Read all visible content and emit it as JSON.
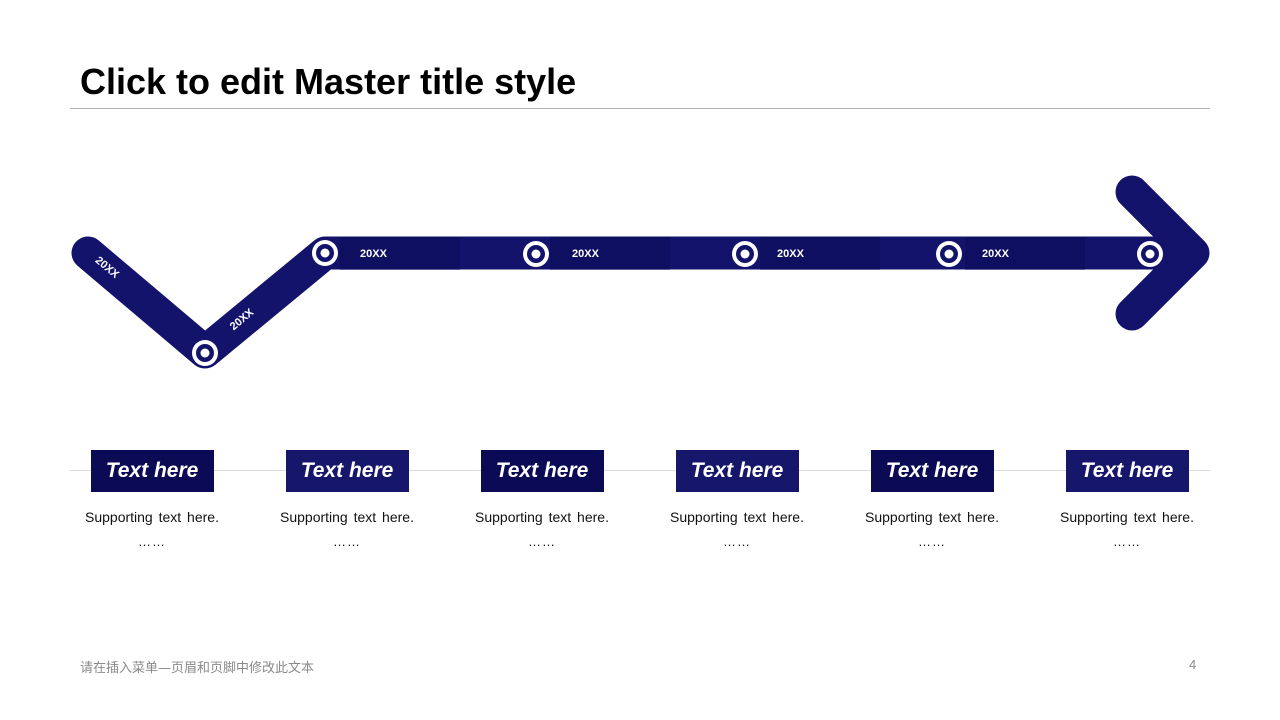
{
  "title": "Click to edit Master title style",
  "colors": {
    "primary": "#13136b",
    "dark": "#0a0a52",
    "rule": "#b5b5b5"
  },
  "timeline": {
    "segments": [
      {
        "label": "20XX"
      },
      {
        "label": "20XX"
      },
      {
        "label": "20XX"
      },
      {
        "label": "20XX"
      },
      {
        "label": "20XX"
      },
      {
        "label": "20XX"
      }
    ],
    "node_icon": "target-ring-icon"
  },
  "cards": [
    {
      "heading": "Text here",
      "support": "Supporting text here.",
      "dots": "……"
    },
    {
      "heading": "Text here",
      "support": "Supporting text here.",
      "dots": "……"
    },
    {
      "heading": "Text here",
      "support": "Supporting text here.",
      "dots": "……"
    },
    {
      "heading": "Text here",
      "support": "Supporting text here.",
      "dots": "……"
    },
    {
      "heading": "Text here",
      "support": "Supporting text here.",
      "dots": "……"
    },
    {
      "heading": "Text here",
      "support": "Supporting text here.",
      "dots": "……"
    }
  ],
  "footer": {
    "text": "请在插入菜单—页眉和页脚中修改此文本",
    "page": "4"
  }
}
